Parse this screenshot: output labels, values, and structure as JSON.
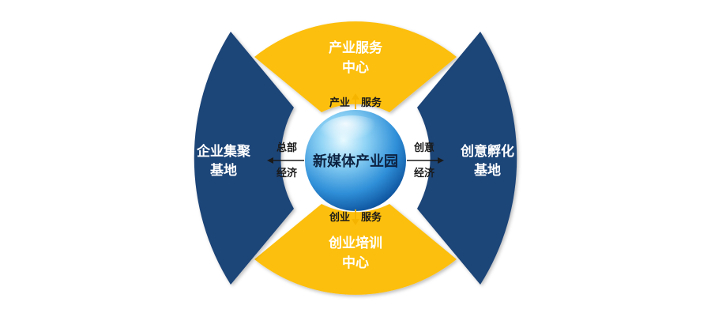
{
  "center": {
    "label": "新媒体产业园"
  },
  "segments": {
    "top": {
      "line1": "产业服务",
      "line2": "中心"
    },
    "bottom": {
      "line1": "创业培训",
      "line2": "中心"
    },
    "left": {
      "line1": "企业集聚",
      "line2": "基地"
    },
    "right": {
      "line1": "创意孵化",
      "line2": "基地"
    }
  },
  "connectors": {
    "top": {
      "left": "产业",
      "right": "服务"
    },
    "bottom": {
      "left": "创业",
      "right": "服务"
    },
    "left": {
      "top": "总部",
      "bottom": "经济"
    },
    "right": {
      "top": "创意",
      "bottom": "经济"
    }
  },
  "colors": {
    "yellow": "#FDBF11",
    "navy": "#1F4478",
    "arrow_gold": "#F5B400",
    "arrow_dark": "#1a1a1a",
    "sphere_light": "#D6F3FF",
    "sphere_mid": "#3FA6E6",
    "sphere_dark": "#0E5FB0"
  }
}
